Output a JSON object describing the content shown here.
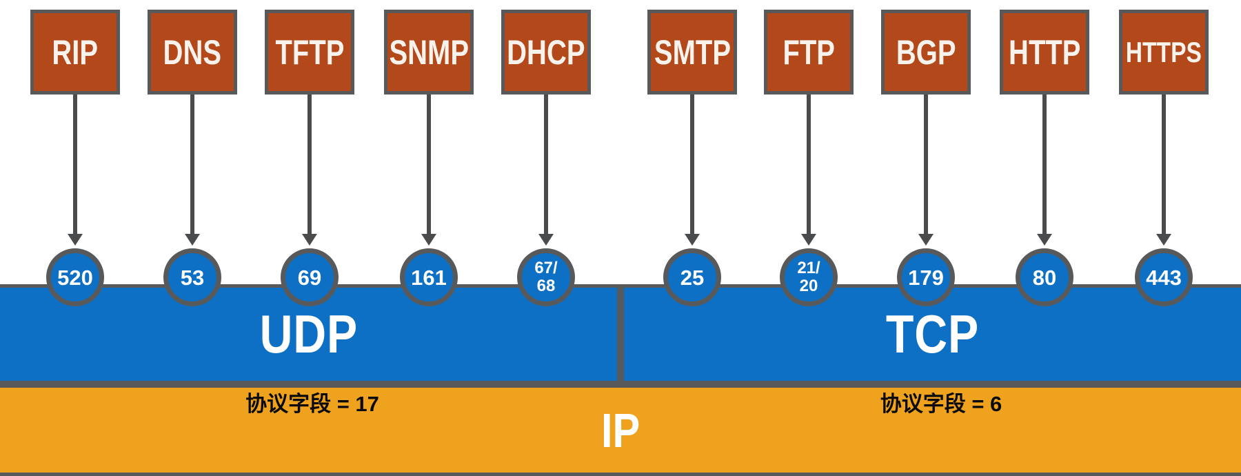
{
  "layers": {
    "udp": {
      "label": "UDP",
      "protocol_field": "协议字段 = 17"
    },
    "tcp": {
      "label": "TCP",
      "protocol_field": "协议字段 = 6"
    },
    "ip": {
      "label": "IP"
    }
  },
  "protocols": [
    {
      "name": "RIP",
      "port": "520",
      "transport": "UDP"
    },
    {
      "name": "DNS",
      "port": "53",
      "transport": "UDP"
    },
    {
      "name": "TFTP",
      "port": "69",
      "transport": "UDP"
    },
    {
      "name": "SNMP",
      "port": "161",
      "transport": "UDP"
    },
    {
      "name": "DHCP",
      "port": "67/68",
      "port_lines": [
        "67/",
        "68"
      ],
      "transport": "UDP"
    },
    {
      "name": "SMTP",
      "port": "25",
      "transport": "TCP"
    },
    {
      "name": "FTP",
      "port": "21/20",
      "port_lines": [
        "21/",
        "20"
      ],
      "transport": "TCP"
    },
    {
      "name": "BGP",
      "port": "179",
      "transport": "TCP"
    },
    {
      "name": "HTTP",
      "port": "80",
      "transport": "TCP"
    },
    {
      "name": "HTTPS",
      "port": "443",
      "transport": "TCP"
    }
  ],
  "colors": {
    "box_fill": "#B3491B",
    "bar_blue": "#0E70C4",
    "bar_orange": "#EFA21E",
    "border_gray": "#58595B",
    "arrow_gray": "#4A4B4D"
  }
}
